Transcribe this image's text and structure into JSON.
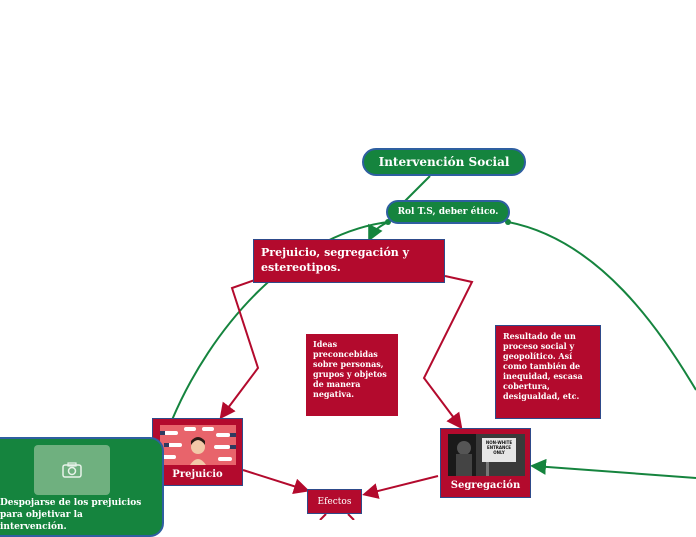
{
  "nodes": {
    "root": "Intervención Social",
    "role": "Rol T.S, deber ético.",
    "topic": "Prejuicio, segregación y estereotipos.",
    "ideas": "Ideas preconcebidas sobre personas, grupos y objetos de manera negativa.",
    "result": "Resultado de un proceso social y geopolítico. Así como también de inequidad, escasa cobertura, desigualdad, etc.",
    "prejuicio": "Prejuicio",
    "segregacion": "Segregación",
    "efectos": "Efectos",
    "note": "Despojarse de los prejuicios para objetivar la intervención."
  },
  "images": {
    "segregation_sign": "NON-WHITE ENTRANCE ONLY"
  },
  "colors": {
    "green": "#15843e",
    "red": "#b30a2d",
    "border_blue": "#2e5fa0"
  },
  "icons": [
    "camera-icon"
  ]
}
